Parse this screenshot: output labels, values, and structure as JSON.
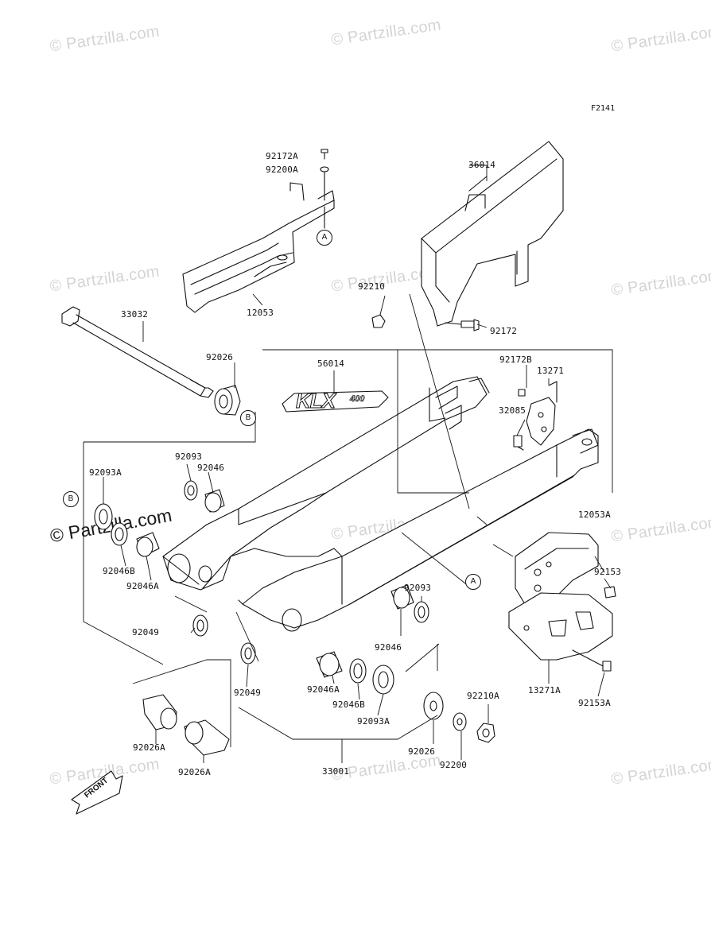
{
  "figure_code": "F2141",
  "watermarks": {
    "text": "© Partzilla.com",
    "large_text": "© Partzilla.com"
  },
  "brand_mark": {
    "main": "KLX",
    "sub": "400"
  },
  "front_arrow": "FRONT",
  "callouts": [
    "A",
    "B",
    "A",
    "B"
  ],
  "parts": [
    "92172A",
    "92200A",
    "36014",
    "12053",
    "33032",
    "92210",
    "92172",
    "56014",
    "92172B",
    "13271",
    "92026",
    "32085",
    "92093",
    "92093A",
    "92046",
    "12053A",
    "92046B",
    "92046A",
    "92153",
    "92093",
    "92049",
    "92046",
    "92049",
    "92046A",
    "13271A",
    "92153A",
    "92046B",
    "92210A",
    "92093A",
    "92026A",
    "92026",
    "92026A",
    "33001",
    "92200"
  ],
  "colors": {
    "line": "#111111",
    "watermark": "#d4d4d4",
    "background": "#ffffff"
  }
}
